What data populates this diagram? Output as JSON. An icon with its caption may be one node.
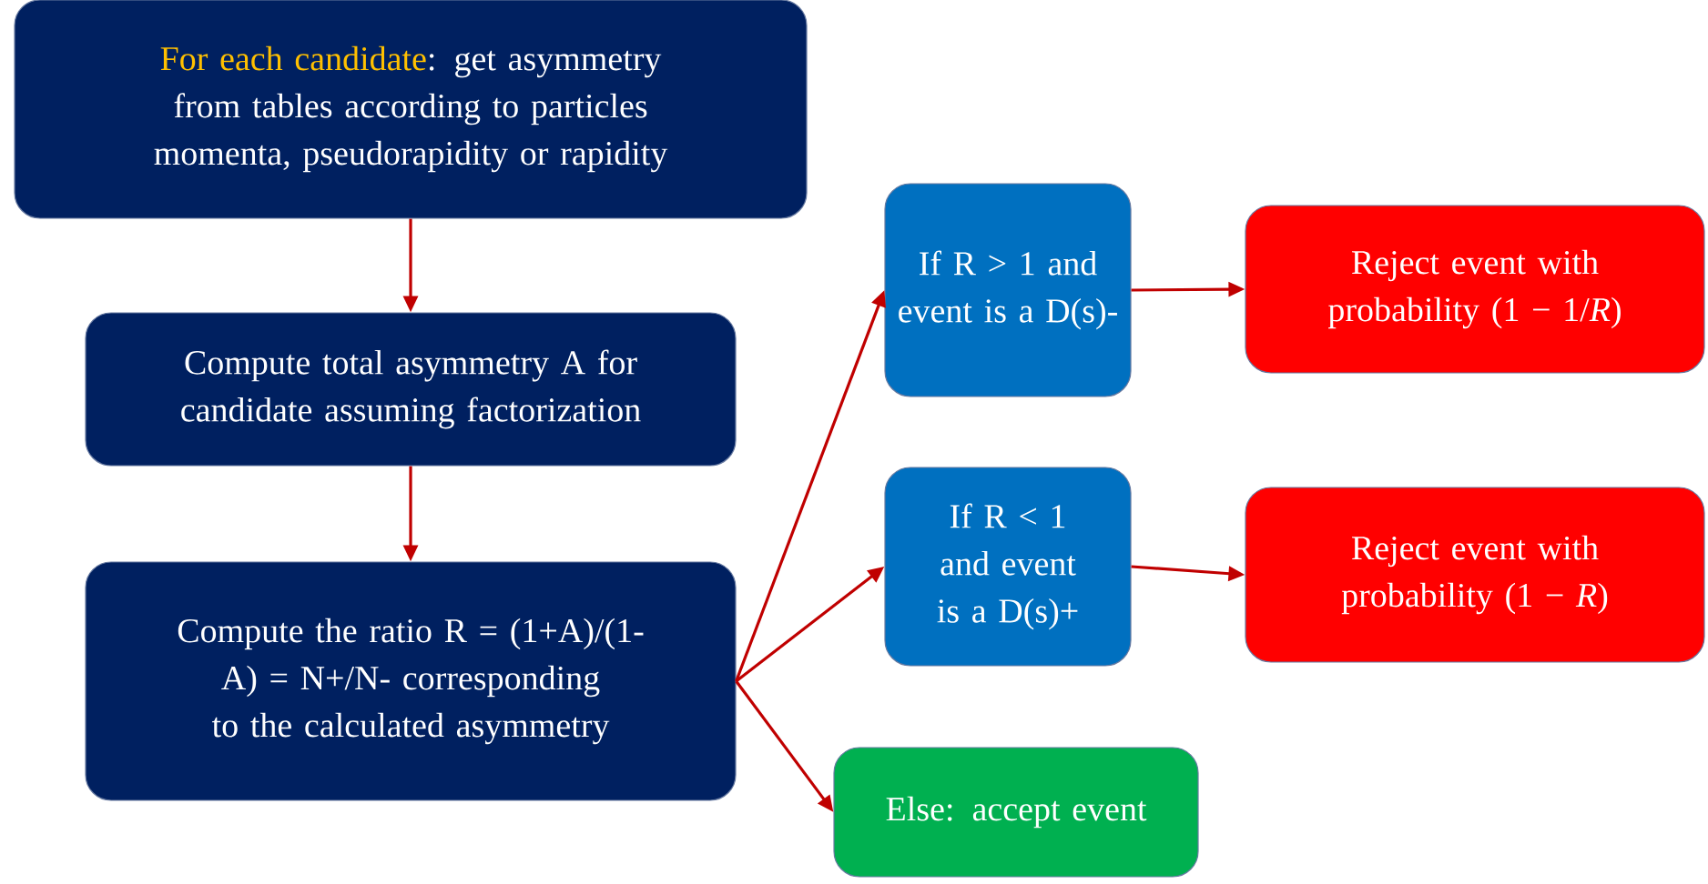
{
  "diagram": {
    "nodes": [
      {
        "text": [
          "For each candidate",
          ": get asymmetry from tables according to particles momenta, pseudorapidity or rapidity"
        ]
      },
      {
        "text": [
          "Compute total asymmetry A for candidate assuming factorization"
        ]
      },
      {
        "text": [
          "Compute the ratio R = (1+A)/(1-A) = N+/N- corresponding to the calculated asymmetry"
        ]
      },
      {
        "text": [
          "If R > 1 and event is a D(s)-"
        ]
      },
      {
        "text": [
          "If R < 1 and event is a D(s)+"
        ]
      },
      {
        "text": [
          "Reject event with probability (1 − 1/*R*)"
        ]
      },
      {
        "text": [
          "Reject event with probability (1 − *R*)"
        ]
      },
      {
        "text": [
          "Else: accept event"
        ]
      }
    ],
    "edges": [
      {
        "from": 0,
        "to": 1,
        "arrow": "to"
      },
      {
        "from": 1,
        "to": 2,
        "arrow": "to"
      },
      {
        "from": 2,
        "to": 3,
        "arrow": "to"
      },
      {
        "from": 2,
        "to": 4,
        "arrow": "to"
      },
      {
        "from": 2,
        "to": 7,
        "arrow": "to"
      },
      {
        "from": 3,
        "to": 5,
        "arrow": "to"
      },
      {
        "from": 4,
        "to": 6,
        "arrow": "to"
      }
    ]
  }
}
